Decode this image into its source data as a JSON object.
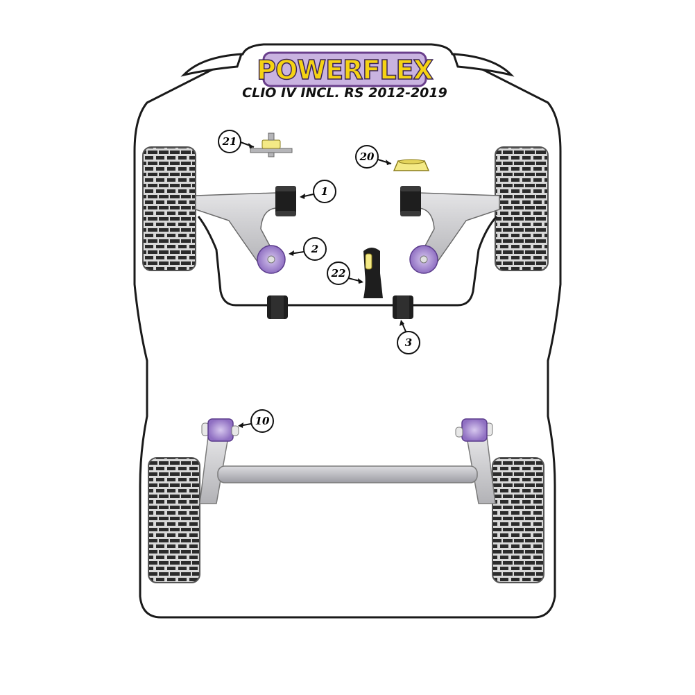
{
  "brand": {
    "logo_text": "POWERFLEX",
    "subtitle": "CLIO IV INCL. RS 2012-2019",
    "logo_fill": "#f5d313",
    "logo_stroke": "#6a3f8c",
    "logo_bg": "#c9b3e0"
  },
  "colors": {
    "outline": "#1a1a1a",
    "arm": "#c8c8ca",
    "bush_black": "#1e1e1e",
    "bush_purple": "#a98ed2",
    "bush_yellow": "#f4ea86",
    "tyre": "#2b2b2b",
    "tyre_bg": "#cfcfcf"
  },
  "callouts": [
    {
      "id": "callout-1",
      "label": "1"
    },
    {
      "id": "callout-2",
      "label": "2"
    },
    {
      "id": "callout-3",
      "label": "3"
    },
    {
      "id": "callout-10",
      "label": "10"
    },
    {
      "id": "callout-20",
      "label": "20"
    },
    {
      "id": "callout-21",
      "label": "21"
    },
    {
      "id": "callout-22",
      "label": "22"
    }
  ]
}
